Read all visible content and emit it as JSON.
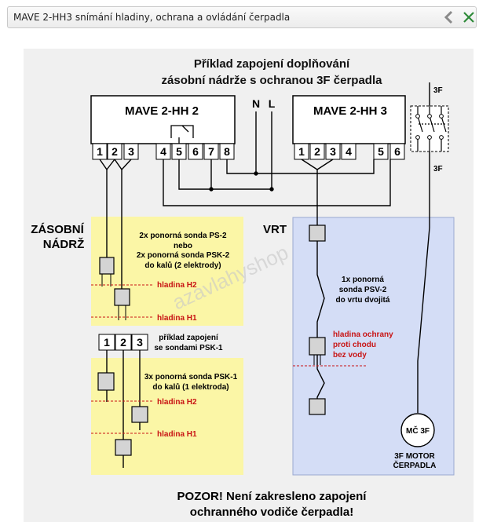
{
  "window": {
    "title": "MAVE 2-HH3 snímání hladiny, ochrana a ovládání čerpadla",
    "back_icon": "chevron-left-icon",
    "close_icon": "close-icon"
  },
  "diagram": {
    "heading": [
      "Příklad zapojení doplňování",
      "zásobní nádrže s ochranou 3F čerpadla"
    ],
    "unit_left": {
      "name": "MAVE 2-HH 2",
      "terminals": [
        "1",
        "2",
        "3",
        "4",
        "5",
        "6",
        "7",
        "8"
      ]
    },
    "unit_right": {
      "name": "MAVE 2-HH 3",
      "terminals": [
        "1",
        "2",
        "3",
        "4",
        "5",
        "6"
      ]
    },
    "supply_labels": [
      "N",
      "L"
    ],
    "phase_labels": [
      "3F",
      "3F"
    ],
    "tank": {
      "label": [
        "ZÁSOBNÍ",
        "NÁDRŽ"
      ],
      "probe_desc": [
        "2x ponorná sonda PS-2",
        "nebo",
        "2x ponorná sonda PSK-2",
        "do kalů (2 elektrody)"
      ],
      "level_h2": "hladina H2",
      "level_h1": "hladina H1"
    },
    "example": {
      "title": [
        "příklad zapojení",
        "se sondami PSK-1"
      ],
      "terminals": [
        "1",
        "2",
        "3"
      ],
      "probe_desc": [
        "3x ponorná sonda PSK-1",
        "do kalů (1 elektroda)"
      ],
      "level_h2": "hladina H2",
      "level_h1": "hladina H1"
    },
    "well": {
      "label": "VRT",
      "probe_desc": [
        "1x ponorná",
        "sonda PSV-2",
        "do vrtu dvojitá"
      ],
      "protection": [
        "hladina ochrany",
        "proti chodu",
        "bez vody"
      ],
      "motor_symbol": "MČ 3F",
      "motor_label": [
        "3F MOTOR",
        "ČERPADLA"
      ]
    },
    "warning": [
      "POZOR! Není zakresleno zapojení",
      "ochranného vodiče čerpadla!"
    ],
    "watermark": "azavlahyshop",
    "colors": {
      "tank_fill": "#fbf6a6",
      "well_fill": "#d4ddf6",
      "level_red": "#c81414",
      "watermark": "#c8c8c8"
    }
  }
}
